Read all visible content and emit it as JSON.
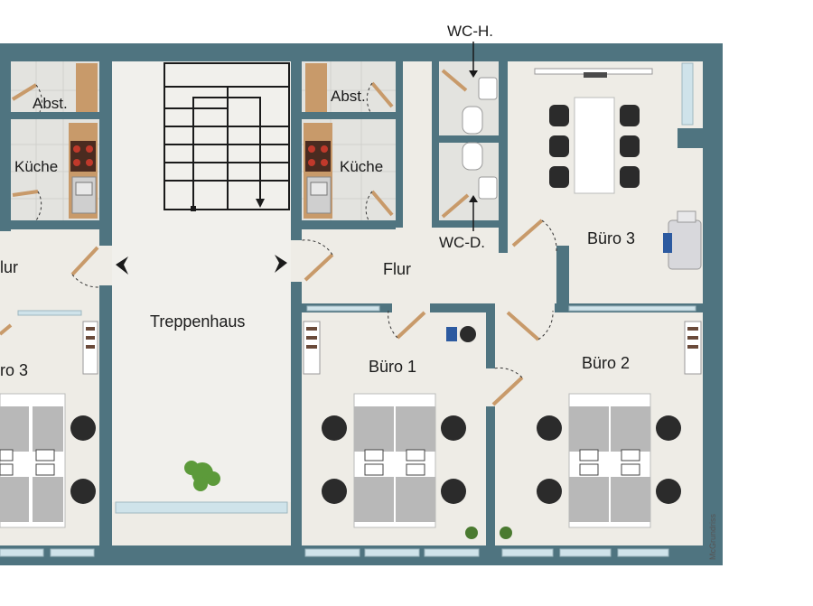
{
  "plan": {
    "labels": {
      "wc_h": "WC-H.",
      "wc_d": "WC-D.",
      "abst_left": "Abst.",
      "abst_right": "Abst.",
      "kueche_left": "Küche",
      "kueche_right": "Küche",
      "flur_left": "lur",
      "flur": "Flur",
      "treppenhaus": "Treppenhaus",
      "buero1": "Büro 1",
      "buero2": "Büro 2",
      "buero3": "Büro 3",
      "buero3_left": "ro 3"
    },
    "credit": "McGrundriss"
  },
  "colors": {
    "wall": "#4f7480",
    "floor": "#eeece6",
    "tile": "#e2e2de",
    "window": "#cfe3ea",
    "wood": "#c89a6a",
    "desk": "#ffffff",
    "chair": "#2b2b2b"
  }
}
